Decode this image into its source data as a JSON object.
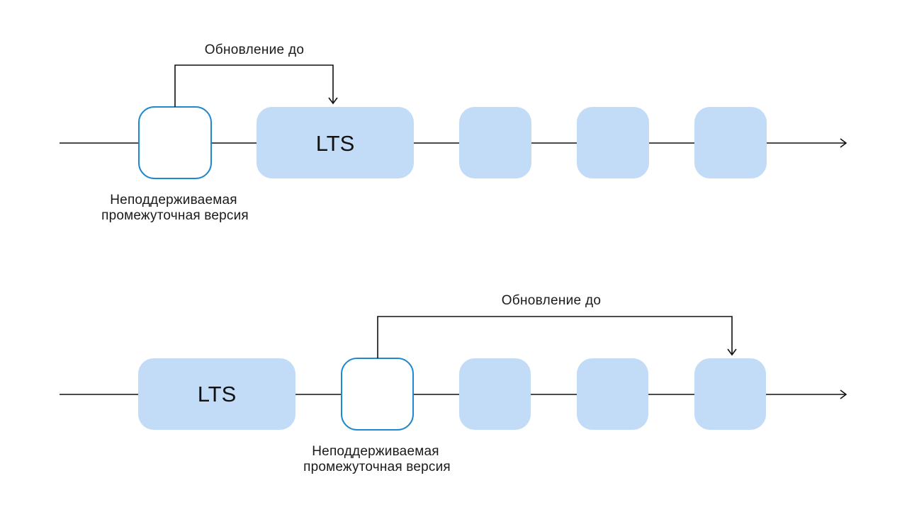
{
  "colors": {
    "filled_box": "#c2dcf8",
    "outline_box_stroke": "#1e88d0",
    "line": "#111111"
  },
  "rows": [
    {
      "update_label": "Обновление до",
      "lts_label": "LTS",
      "unsupported_label_line1": "Неподдерживаемая",
      "unsupported_label_line2": "промежуточная версия"
    },
    {
      "update_label": "Обновление до",
      "lts_label": "LTS",
      "unsupported_label_line1": "Неподдерживаемая",
      "unsupported_label_line2": "промежуточная версия"
    }
  ]
}
